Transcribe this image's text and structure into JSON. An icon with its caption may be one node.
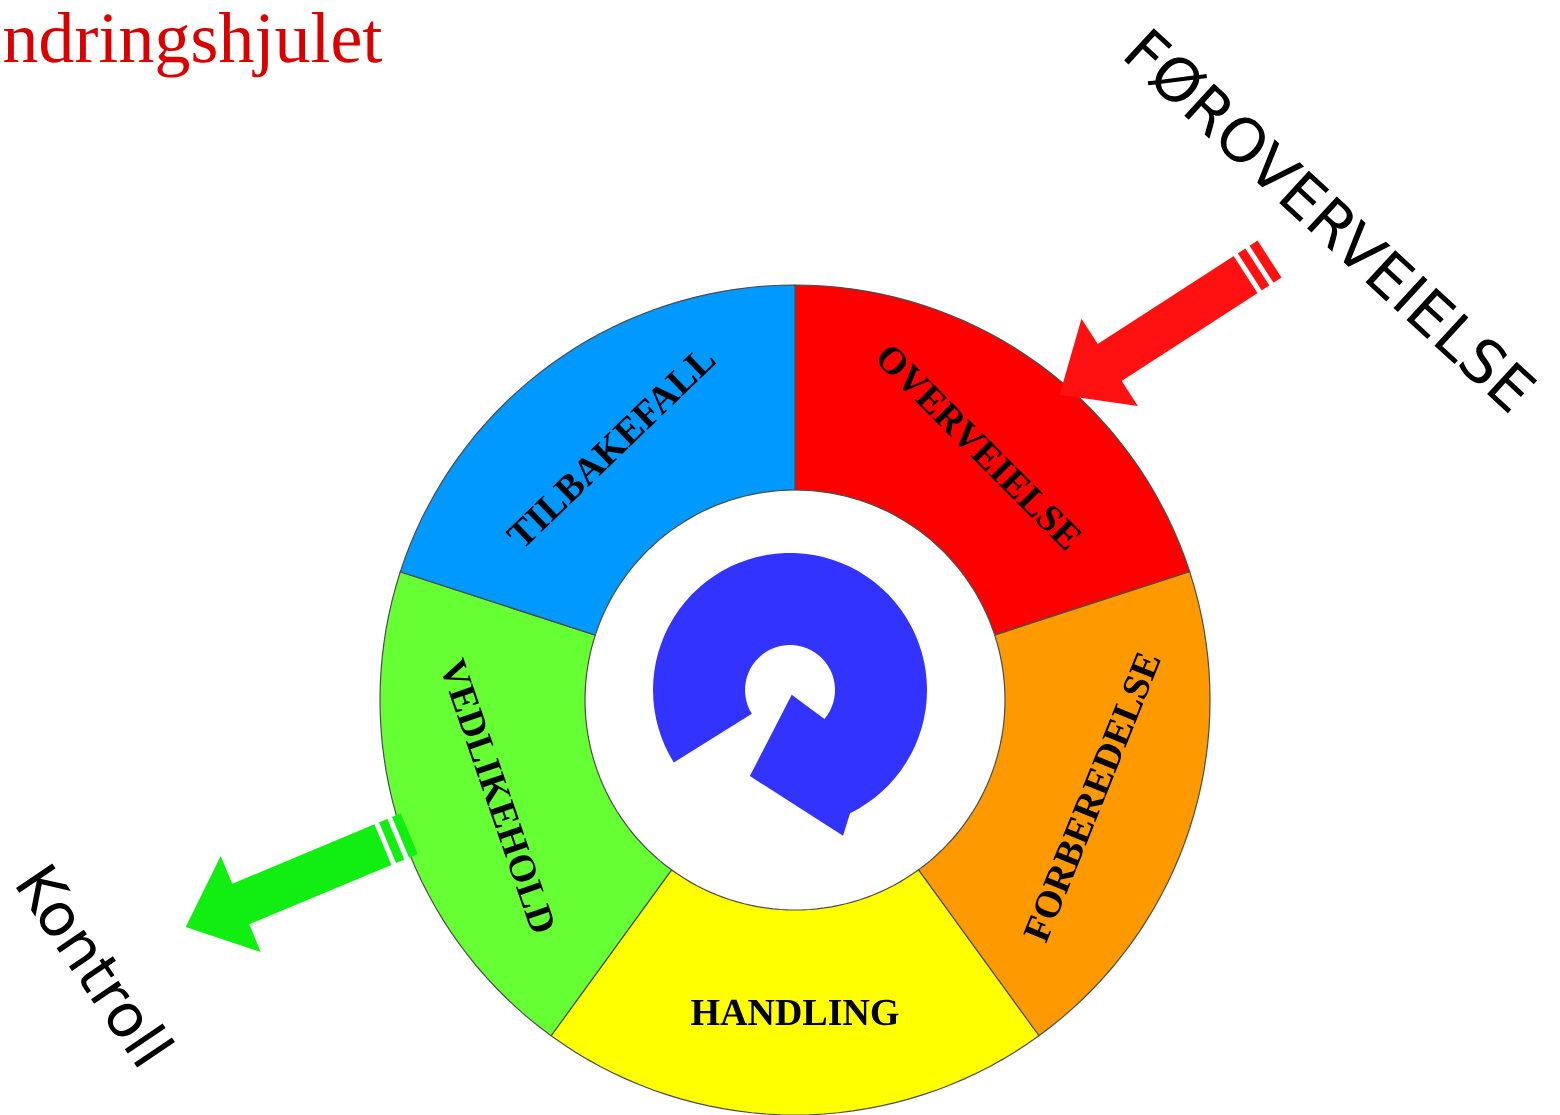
{
  "diagram": {
    "title": "ndringshjulet",
    "nodes": [
      {
        "text": [
          "OVERVEIELSE"
        ]
      },
      {
        "text": [
          "FORBEREDELSE"
        ]
      },
      {
        "text": [
          "HANDLING"
        ]
      },
      {
        "text": [
          "VEDLIKEHOLD"
        ]
      },
      {
        "text": [
          "TILBAKEFALL"
        ]
      },
      {
        "text": [
          "FØROVERVEIELSE"
        ]
      },
      {
        "text": [
          "Kontroll"
        ]
      }
    ],
    "edges": [
      {
        "from": 5,
        "to": 0,
        "arrow": "to",
        "color": "#ff1111"
      },
      {
        "from": 3,
        "to": 6,
        "arrow": "to",
        "color": "#11ee11"
      }
    ]
  }
}
